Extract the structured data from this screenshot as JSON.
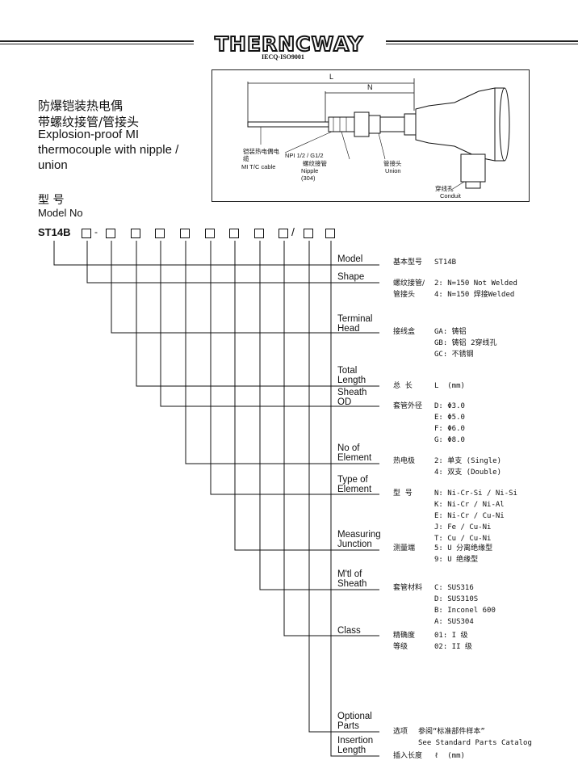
{
  "header": {
    "logo": "THERNCWAY",
    "certification": "IECQ-ISO9001"
  },
  "title": {
    "zh_line1": "防爆铠装热电偶",
    "zh_line2": "带螺纹接管/管接头",
    "en_line1": "Explosion-proof MI",
    "en_line2": "thermocouple with nipple /",
    "en_line3": "union"
  },
  "diagram": {
    "dim_L": "L",
    "dim_N": "N",
    "cable_zh": "铠装热电偶电缆",
    "cable_en": "MI T/C cable",
    "thread": "NPI 1/2 / G1/2",
    "nipple_zh": "螺纹接管",
    "nipple_en": "Nipple",
    "nipple_mat": "(304)",
    "union_zh": "管接头",
    "union_en": "Union",
    "conduit_zh": "穿线孔",
    "conduit_en": "Conduit"
  },
  "model": {
    "heading_zh": "型  号",
    "heading_en": "Model No",
    "code": "ST14B",
    "dash": "-",
    "slash": "/"
  },
  "fields": [
    {
      "label": "Model",
      "desc_zh": "基本型号",
      "values": "ST14B"
    },
    {
      "label": "Shape",
      "desc_zh": "螺纹接管/\n管接头",
      "values": "2: N=150 Not Welded\n4: N=150 焊接Welded"
    },
    {
      "label": "Terminal\nHead",
      "desc_zh": "接线盒",
      "values": "GA: 铸铝\nGB: 铸铝 2穿线孔\nGC: 不锈钢"
    },
    {
      "label": "Total\nLength",
      "desc_zh": "总  长",
      "values": "L  (mm)"
    },
    {
      "label": "Sheath\nOD",
      "desc_zh": "套管外径",
      "values": "D: Φ3.0\nE: Φ5.0\nF: Φ6.0\nG: Φ8.0"
    },
    {
      "label": "No of\nElement",
      "desc_zh": "热电极",
      "values": "2: 单支 (Single)\n4: 双支 (Double)"
    },
    {
      "label": "Type of\nElement",
      "desc_zh": "型  号",
      "values": "N: Ni-Cr-Si / Ni-Si\nK: Ni-Cr / Ni-Al\nE: Ni-Cr / Cu-Ni\nJ: Fe / Cu-Ni\nT: Cu / Cu-Ni"
    },
    {
      "label": "Measuring\nJunction",
      "desc_zh": "测量端",
      "values": "5: U 分离绝缘型\n9: U 绝缘型"
    },
    {
      "label": "M'tl of\nSheath",
      "desc_zh": "套管材料",
      "values": "C: SUS316\nD: SUS310S\nB: Inconel 600\nA: SUS304"
    },
    {
      "label": "Class",
      "desc_zh": "精确度\n等级",
      "values": "01: I 级\n02: II 级"
    },
    {
      "label": "Optional\nParts",
      "desc_zh": "选项",
      "values": "参阅“标准部件样本”\nSee Standard Parts Catalog"
    },
    {
      "label": "Insertion\nLength",
      "desc_zh": "插入长度",
      "values": "ℓ  (mm)"
    }
  ]
}
